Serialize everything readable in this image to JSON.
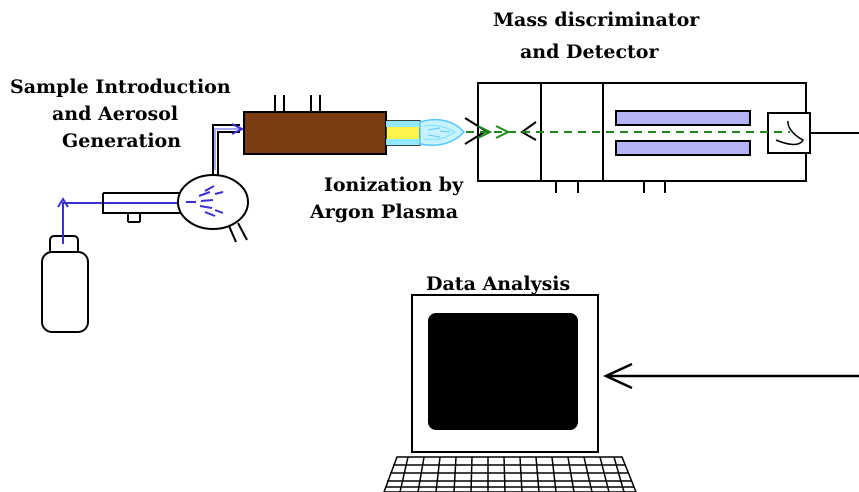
{
  "labels": {
    "sample_line1": "Sample Introduction",
    "sample_line2": "and Aerosol",
    "sample_line3": "Generation",
    "ionization_line1": "Ionization by",
    "ionization_line2": "Argon Plasma",
    "mass_line1": "Mass discriminator",
    "mass_line2": "and Detector",
    "data_analysis": "Data Analysis"
  },
  "colors": {
    "background": "#ffffff",
    "line": "#000000",
    "sample_flow": "#3a2fd0",
    "sample_flow_light": "#a8a8ff",
    "torch_body": "#7a3c12",
    "plasma_yellow": "#fff24a",
    "plasma_cyan": "#8fe8ff",
    "ion_beam": "#1e8a1e",
    "rod_fill": "#b4b4f4",
    "screen": "#000000"
  },
  "icons": [
    "sample-bottle-icon",
    "nebulizer-icon",
    "spray-chamber-icon",
    "torch-icon",
    "plasma-flame-icon",
    "mass-spectrometer-icon",
    "quadrupole-icon",
    "detector-icon",
    "computer-monitor-icon",
    "keyboard-icon",
    "signal-arrow-icon"
  ]
}
